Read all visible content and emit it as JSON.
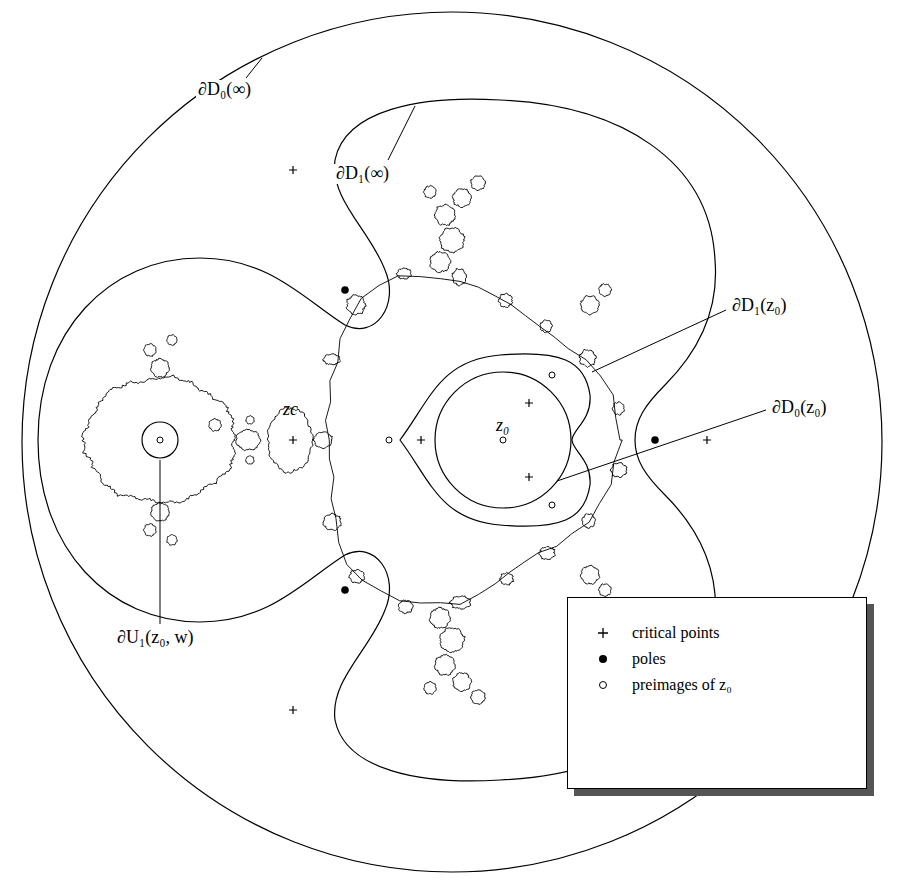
{
  "diagram": {
    "labels": [
      "∂D₀(∞)",
      "∂D₁(∞)",
      "∂D₁(z₀)",
      "∂D₀(z₀)",
      "∂U₁(z₀, w)",
      "zc",
      "z₀"
    ],
    "legend": [
      {
        "text": "critical points"
      },
      {
        "text": "poles"
      },
      {
        "text": "preimages of z₀"
      }
    ]
  }
}
